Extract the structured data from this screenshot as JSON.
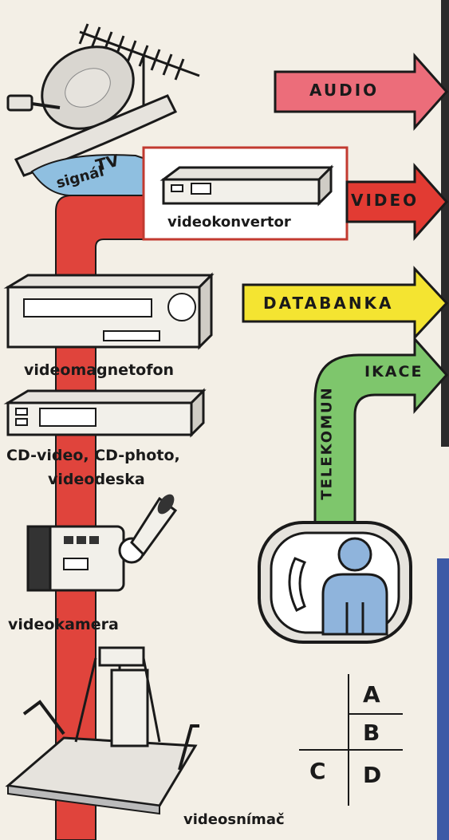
{
  "colors": {
    "paper": "#f3efe6",
    "red_band": "#e0443c",
    "audio_arrow": "#ec6d7a",
    "video_arrow": "#e23b33",
    "databanka_arrow": "#f4e431",
    "telekomunikace_band": "#7ec66c",
    "tv_signal_blue": "#8fbfe0",
    "right_blue": "#3d5aa6",
    "outline": "#1a1a1a"
  },
  "arrows": {
    "audio": "AUDIO",
    "video": "VIDEO",
    "databanka": "DATABANKA"
  },
  "telekomunikace": {
    "vertical": "TELEKOMUN",
    "horizontal": "IKACE"
  },
  "tv_signal": {
    "line1": "TV",
    "line2": "signál"
  },
  "devices": {
    "videokonvertor": "videokonvertor",
    "videomagnetofon": "videomagnetofon",
    "cd_line1": "CD-video, CD-photo,",
    "cd_line2": "videodeska",
    "videokamera": "videokamera",
    "videosnimac": "videosnímač"
  },
  "legend": {
    "a": "A",
    "b": "B",
    "c": "C",
    "d": "D"
  },
  "icons": [
    "antenna-icon",
    "satellite-dish-icon",
    "set-top-box-icon",
    "vcr-icon",
    "cd-player-icon",
    "camcorder-icon",
    "scanner-icon",
    "videophone-icon",
    "telephone-icon",
    "person-icon"
  ]
}
